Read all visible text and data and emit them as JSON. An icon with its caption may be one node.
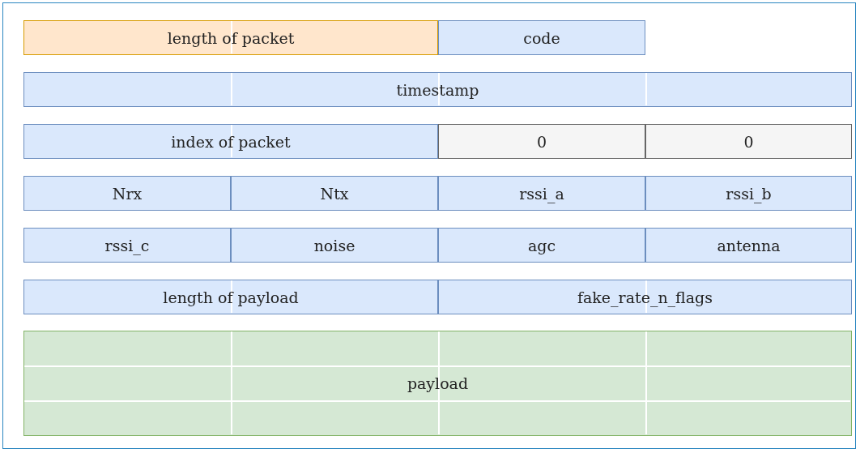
{
  "diagram": {
    "nodes": [
      {
        "text": [
          "length of packet"
        ]
      },
      {
        "text": [
          "code"
        ]
      },
      {
        "text": [
          "timestamp"
        ]
      },
      {
        "text": [
          "index of packet"
        ]
      },
      {
        "text": [
          "0"
        ]
      },
      {
        "text": [
          "0"
        ]
      },
      {
        "text": [
          "Nrx"
        ]
      },
      {
        "text": [
          "Ntx"
        ]
      },
      {
        "text": [
          "rssi_a"
        ]
      },
      {
        "text": [
          "rssi_b"
        ]
      },
      {
        "text": [
          "rssi_c"
        ]
      },
      {
        "text": [
          "noise"
        ]
      },
      {
        "text": [
          "agc"
        ]
      },
      {
        "text": [
          "antenna"
        ]
      },
      {
        "text": [
          "length of payload"
        ]
      },
      {
        "text": [
          "fake_rate_n_flags"
        ]
      },
      {
        "text": [
          "payload"
        ]
      }
    ]
  }
}
